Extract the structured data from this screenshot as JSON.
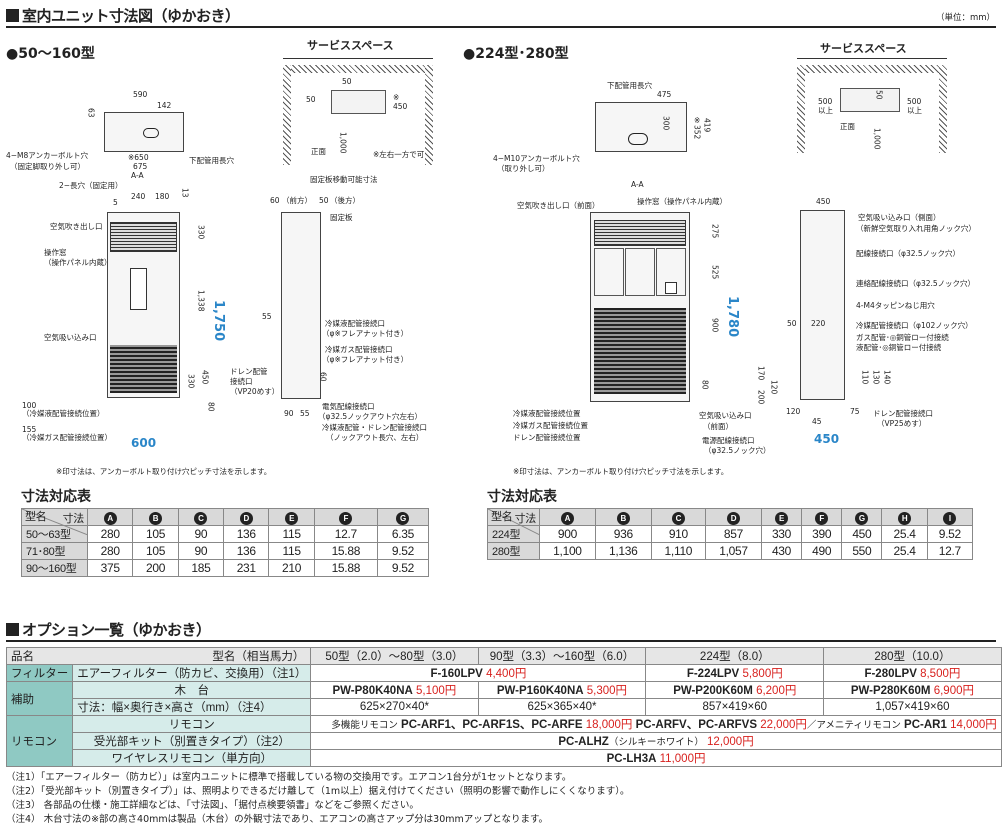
{
  "section1": {
    "title": "室内ユニット寸法図（ゆかおき）",
    "unit": "（単位：mm）"
  },
  "left": {
    "title": "●50～160型",
    "service_space_title": "サービススペース",
    "labels": {
      "front": "正面",
      "symmetric": "※左右一方で可",
      "anchor": "4−M8アンカーボルト穴",
      "anchor_note": "（固定脚取り外し可）",
      "lower_pipe": "下配管用長穴",
      "aa": "A-A",
      "slot2": "2−長穴（固定用）",
      "air_out": "空気吹き出し口",
      "op_window": "操作窓",
      "op_window_note": "（操作パネル内蔵）",
      "air_in": "空気吸い込み口",
      "liq_pos": "（冷媒液配管接続位置）",
      "gas_pos": "（冷媒ガス配管接続位置）",
      "fix_plate_move": "固定板移動可能寸法",
      "front_side": "（前方）",
      "back_side": "（後方）",
      "fix_plate": "固定板",
      "liq_conn": "冷媒液配管接続口",
      "flare1": "（φ※フレアナット付き）",
      "gas_conn": "冷媒ガス配管接続口",
      "flare2": "（φ※フレアナット付き）",
      "drain_conn": "ドレン配管",
      "drain_conn2": "接続口",
      "drain_spec": "（VP20めす）",
      "elec_conn": "電気配線接続口",
      "elec_spec": "（φ32.5ノックアウト穴左右）",
      "liq_drain": "冷媒液配管・ドレン配管接続口",
      "knockout": "（ノックアウト長穴、左右）",
      "note": "※印寸法は、アンカーボルト取り付け穴ピッチ寸法を示します。"
    },
    "dims": {
      "d590": "590",
      "d142": "142",
      "d63": "63",
      "d650": "※650",
      "d675": "675",
      "d240": "240",
      "d180": "180",
      "d5": "5",
      "d13": "13",
      "d330": "330",
      "d1338": "1,338",
      "d1750": "1,750",
      "d100": "100",
      "d155": "155",
      "d600": "600",
      "d60": "60",
      "d50": "50",
      "d55": "55",
      "d80": "80",
      "d450": "450",
      "d330b": "330",
      "d90": "90",
      "d55b": "55",
      "ss_top": "50",
      "ss_left": "50",
      "ss_right": "450",
      "ss_bottom": "1,000",
      "ss_star": "※"
    },
    "dim_table": {
      "title": "寸法対応表",
      "corner_a": "寸法",
      "corner_b": "型名",
      "cols": [
        "A",
        "B",
        "C",
        "D",
        "E",
        "F",
        "G"
      ],
      "rows": [
        {
          "name": "50～63型",
          "values": [
            "280",
            "105",
            "90",
            "136",
            "115",
            "12.7",
            "6.35"
          ]
        },
        {
          "name": "71･80型",
          "values": [
            "280",
            "105",
            "90",
            "136",
            "115",
            "15.88",
            "9.52"
          ]
        },
        {
          "name": "90～160型",
          "values": [
            "375",
            "200",
            "185",
            "231",
            "210",
            "15.88",
            "9.52"
          ]
        }
      ]
    }
  },
  "right": {
    "title": "●224型･280型",
    "service_space_title": "サービススペース",
    "labels": {
      "front": "正面",
      "ijo1": "以上",
      "ijo2": "以上",
      "lower_pipe": "下配管用長穴",
      "anchor": "4−M10アンカーボルト穴",
      "anchor_note": "（取り外し可）",
      "aa": "A-A",
      "air_out": "空気吹き出し口（前面）",
      "op_window": "操作窓（操作パネル内蔵）",
      "air_in_side": "空気吸い込み口（側面）",
      "fresh": "（新鮮空気取り入れ用角ノック穴）",
      "wiring": "配線接続口（φ32.5ノック穴）",
      "comm": "連絡配線接続口（φ32.5ノック穴）",
      "tap": "4-M4タッピンねじ用穴",
      "cool_pipe": "冷媒配管接続口（φ102ノック穴）",
      "gas_pipe": "ガス配管･◎銅管ロー付接続",
      "liq_pipe": "液配管･◎銅管ロー付接続",
      "liq_pos": "冷媒液配管接続位置",
      "gas_pos": "冷媒ガス配管接続位置",
      "drain_pos": "ドレン配管接続位置",
      "air_in": "空気吸い込み口",
      "air_in2": "（前面）",
      "elec": "電源配線接続口",
      "elec2": "（φ32.5ノック穴）",
      "drain": "ドレン配管接続口",
      "drain2": "（VP25めす）",
      "note": "※印寸法は、アンカーボルト取り付け穴ピッチ寸法を示します。"
    },
    "dims": {
      "d352": "※352",
      "d419": "419",
      "d300": "300",
      "d475": "475",
      "d1780": "1,780",
      "d275": "275",
      "d525": "525",
      "d900": "900",
      "d80": "80",
      "d450": "450",
      "d50": "50",
      "d220": "220",
      "d170": "170",
      "d200": "200",
      "d120": "120",
      "d110": "110",
      "d130": "130",
      "d140": "140",
      "d45": "45",
      "d75": "75",
      "d120b": "120",
      "d450b": "450",
      "ss_500": "500",
      "ss_50": "50",
      "ss_right": "500",
      "ss_1000": "1,000"
    },
    "dim_table": {
      "title": "寸法対応表",
      "corner_a": "寸法",
      "corner_b": "型名",
      "cols": [
        "A",
        "B",
        "C",
        "D",
        "E",
        "F",
        "G",
        "H",
        "I"
      ],
      "rows": [
        {
          "name": "224型",
          "values": [
            "900",
            "936",
            "910",
            "857",
            "330",
            "390",
            "450",
            "25.4",
            "9.52"
          ]
        },
        {
          "name": "280型",
          "values": [
            "1,100",
            "1,136",
            "1,110",
            "1,057",
            "430",
            "490",
            "550",
            "25.4",
            "12.7"
          ]
        }
      ]
    }
  },
  "options": {
    "title": "オプション一覧（ゆかおき）",
    "header": {
      "hinmei": "品名",
      "katamei": "型名（相当馬力）",
      "c1": "50型（2.0）～80型（3.0）",
      "c2": "90型（3.3）～160型（6.0）",
      "c3": "224型（8.0）",
      "c4": "280型（10.0）"
    },
    "filter": {
      "cat": "フィルター",
      "name": "エアーフィルター（防カビ、交換用）（注1）",
      "m1": "F-160LPV",
      "p1": "4,400円",
      "m3": "F-224LPV",
      "p3": "5,800円",
      "m4": "F-280LPV",
      "p4": "8,500円"
    },
    "hojo": {
      "cat": "補助",
      "name1": "木　台",
      "name2": "寸法：幅×奥行き×高さ（mm）（注4）",
      "m1": "PW-P80K40NA",
      "p1": "5,100円",
      "m2": "PW-P160K40NA",
      "p2": "5,300円",
      "m3": "PW-P200K60M",
      "p3": "6,200円",
      "m4": "PW-P280K60M",
      "p4": "6,900円",
      "s1": "625×270×40*",
      "s2": "625×365×40*",
      "s3": "857×419×60",
      "s4": "1,057×419×60"
    },
    "remote": {
      "cat": "リモコン",
      "r1_name": "リモコン",
      "r1_a": "多機能リモコン",
      "r1_b": "PC-ARF1、PC-ARF1S、PC-ARFE",
      "r1_p": "18,000円",
      "r1_c": "PC-ARFV、PC-ARFVS",
      "r1_p2": "22,000円",
      "r1_d": "／アメニティリモコン",
      "r1_e": "PC-AR1",
      "r1_p3": "14,000円",
      "r2_name": "受光部キット（別置きタイプ）（注2）",
      "r2_m": "PC-ALHZ",
      "r2_sub": "（シルキーホワイト）",
      "r2_p": "12,000円",
      "r3_name": "ワイヤレスリモコン（単方向）",
      "r3_m": "PC-LH3A",
      "r3_p": "11,000円"
    }
  },
  "notes": [
    "（注1）「エアーフィルター（防カビ）」は室内ユニットに標準で搭載している物の交換用です。エアコン1台分が1セットとなります。",
    "（注2）「受光部キット（別置きタイプ）」は、照明よりできるだけ離して（1m以上）据え付けてください（照明の影響で動作しにくくなります）。",
    "（注3）  各部品の仕様・施工詳細などは、「寸法図」、「据付点検要領書」などをご参照ください。",
    "（注4）  木台寸法の※部の高さ40mmは製品（木台）の外観寸法であり、エアコンの高さアップ分は30mmアップとなります。"
  ]
}
